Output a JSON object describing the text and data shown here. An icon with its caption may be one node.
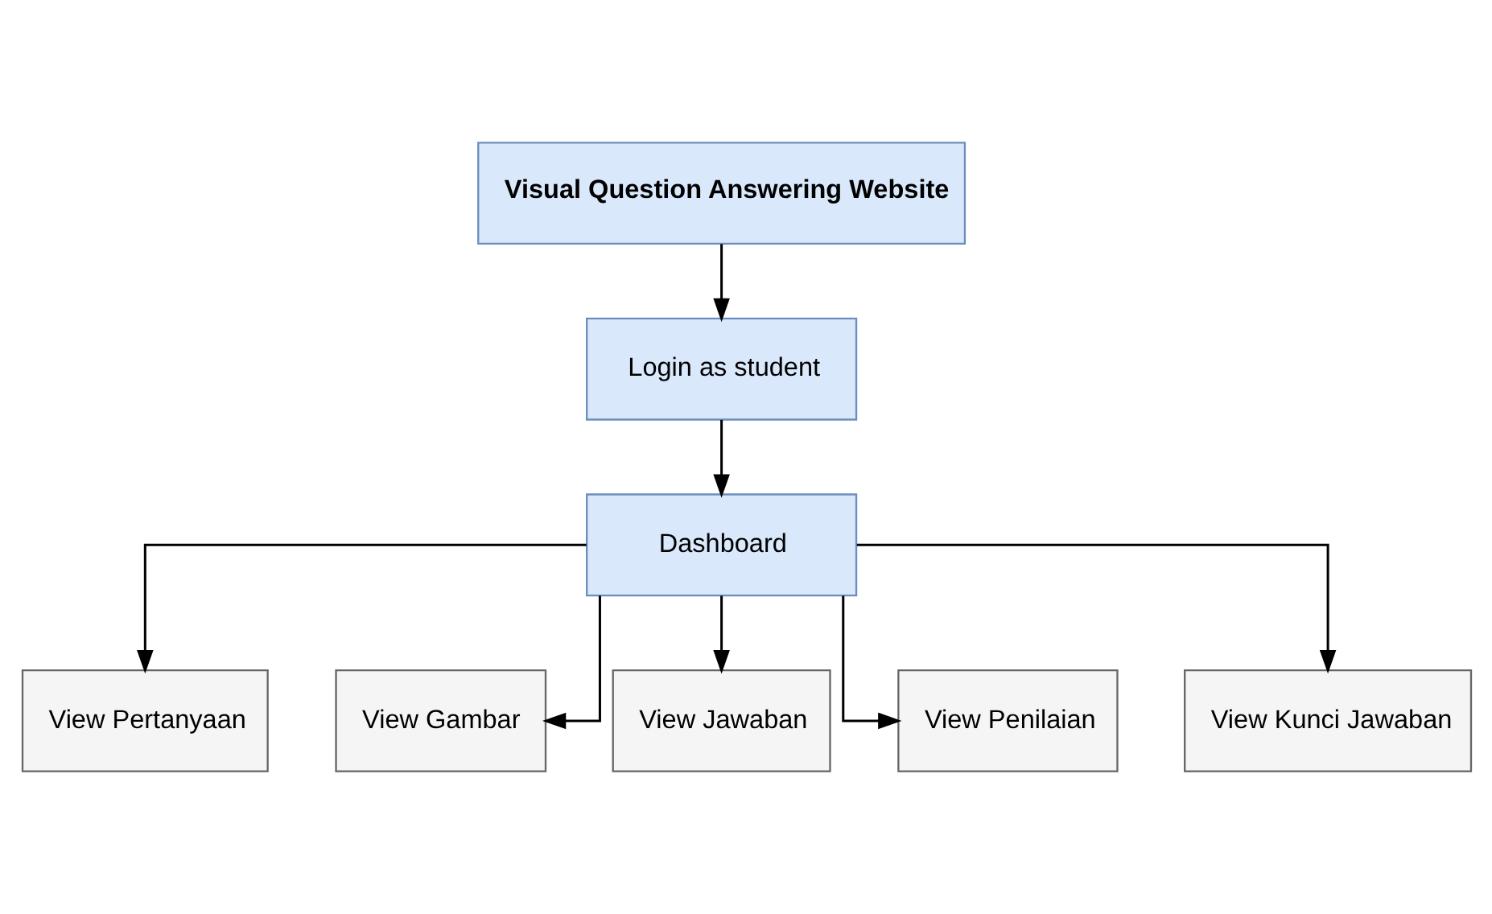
{
  "diagram": {
    "nodes": [
      {
        "text": [
          "Visual Question Answering Website"
        ]
      },
      {
        "text": [
          "Login as student"
        ]
      },
      {
        "text": [
          "Dashboard"
        ]
      },
      {
        "text": [
          "View Pertanyaan"
        ]
      },
      {
        "text": [
          "View Gambar"
        ]
      },
      {
        "text": [
          "View Jawaban"
        ]
      },
      {
        "text": [
          "View Penilaian"
        ]
      },
      {
        "text": [
          "View Kunci Jawaban"
        ]
      }
    ],
    "edges": [
      {
        "from": 0,
        "to": 1,
        "arrow": "to"
      },
      {
        "from": 1,
        "to": 2,
        "arrow": "to"
      },
      {
        "from": 2,
        "to": 3,
        "arrow": "to"
      },
      {
        "from": 2,
        "to": 4,
        "arrow": "to"
      },
      {
        "from": 2,
        "to": 5,
        "arrow": "to"
      },
      {
        "from": 2,
        "to": 6,
        "arrow": "to"
      },
      {
        "from": 2,
        "to": 7,
        "arrow": "to"
      }
    ]
  }
}
